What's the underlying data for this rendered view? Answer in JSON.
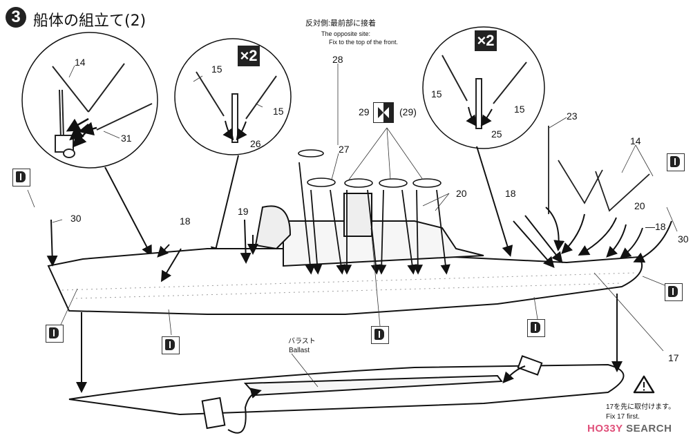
{
  "header": {
    "step_number": "3",
    "title": "船体の組立て(2)"
  },
  "notes": {
    "opposite_side_jp": "反対側:最前部に接着",
    "opposite_side_en_1": "The opposite site:",
    "opposite_side_en_2": "Fix to the top of the front.",
    "ballast_jp": "バラスト",
    "ballast_en": "Ballast",
    "warning_jp": "17を先に取付けます。",
    "warning_en": "Fix 17 first."
  },
  "multipliers": {
    "detail_b": "×2",
    "detail_c": "×2"
  },
  "part_labels": {
    "detail_a_14": "14",
    "detail_a_31": "31",
    "detail_b_15_left": "15",
    "detail_b_15_right": "15",
    "detail_b_26": "26",
    "top_28": "28",
    "top_27": "27",
    "symbol_29": "29",
    "symbol_29_paren": "(29)",
    "detail_c_15_left": "15",
    "detail_c_15_right": "15",
    "detail_c_25": "25",
    "mast_23": "23",
    "right_14": "14",
    "left_30": "30",
    "right_30": "30",
    "fwd_18": "18",
    "fwd_19": "19",
    "mid_20": "20",
    "aft_18": "18",
    "aft_20": "20",
    "aft_18_b": "—18",
    "stern_17": "17"
  },
  "watermark": {
    "text_a": "HO33Y",
    "text_b": "SEARCH",
    "color_a": "#e0507a",
    "color_b": "#666666"
  },
  "icons": {
    "decal_badge": "decal-d-icon",
    "warning": "warning-triangle-icon",
    "symbol_29": "bowtie-symbol-icon"
  }
}
